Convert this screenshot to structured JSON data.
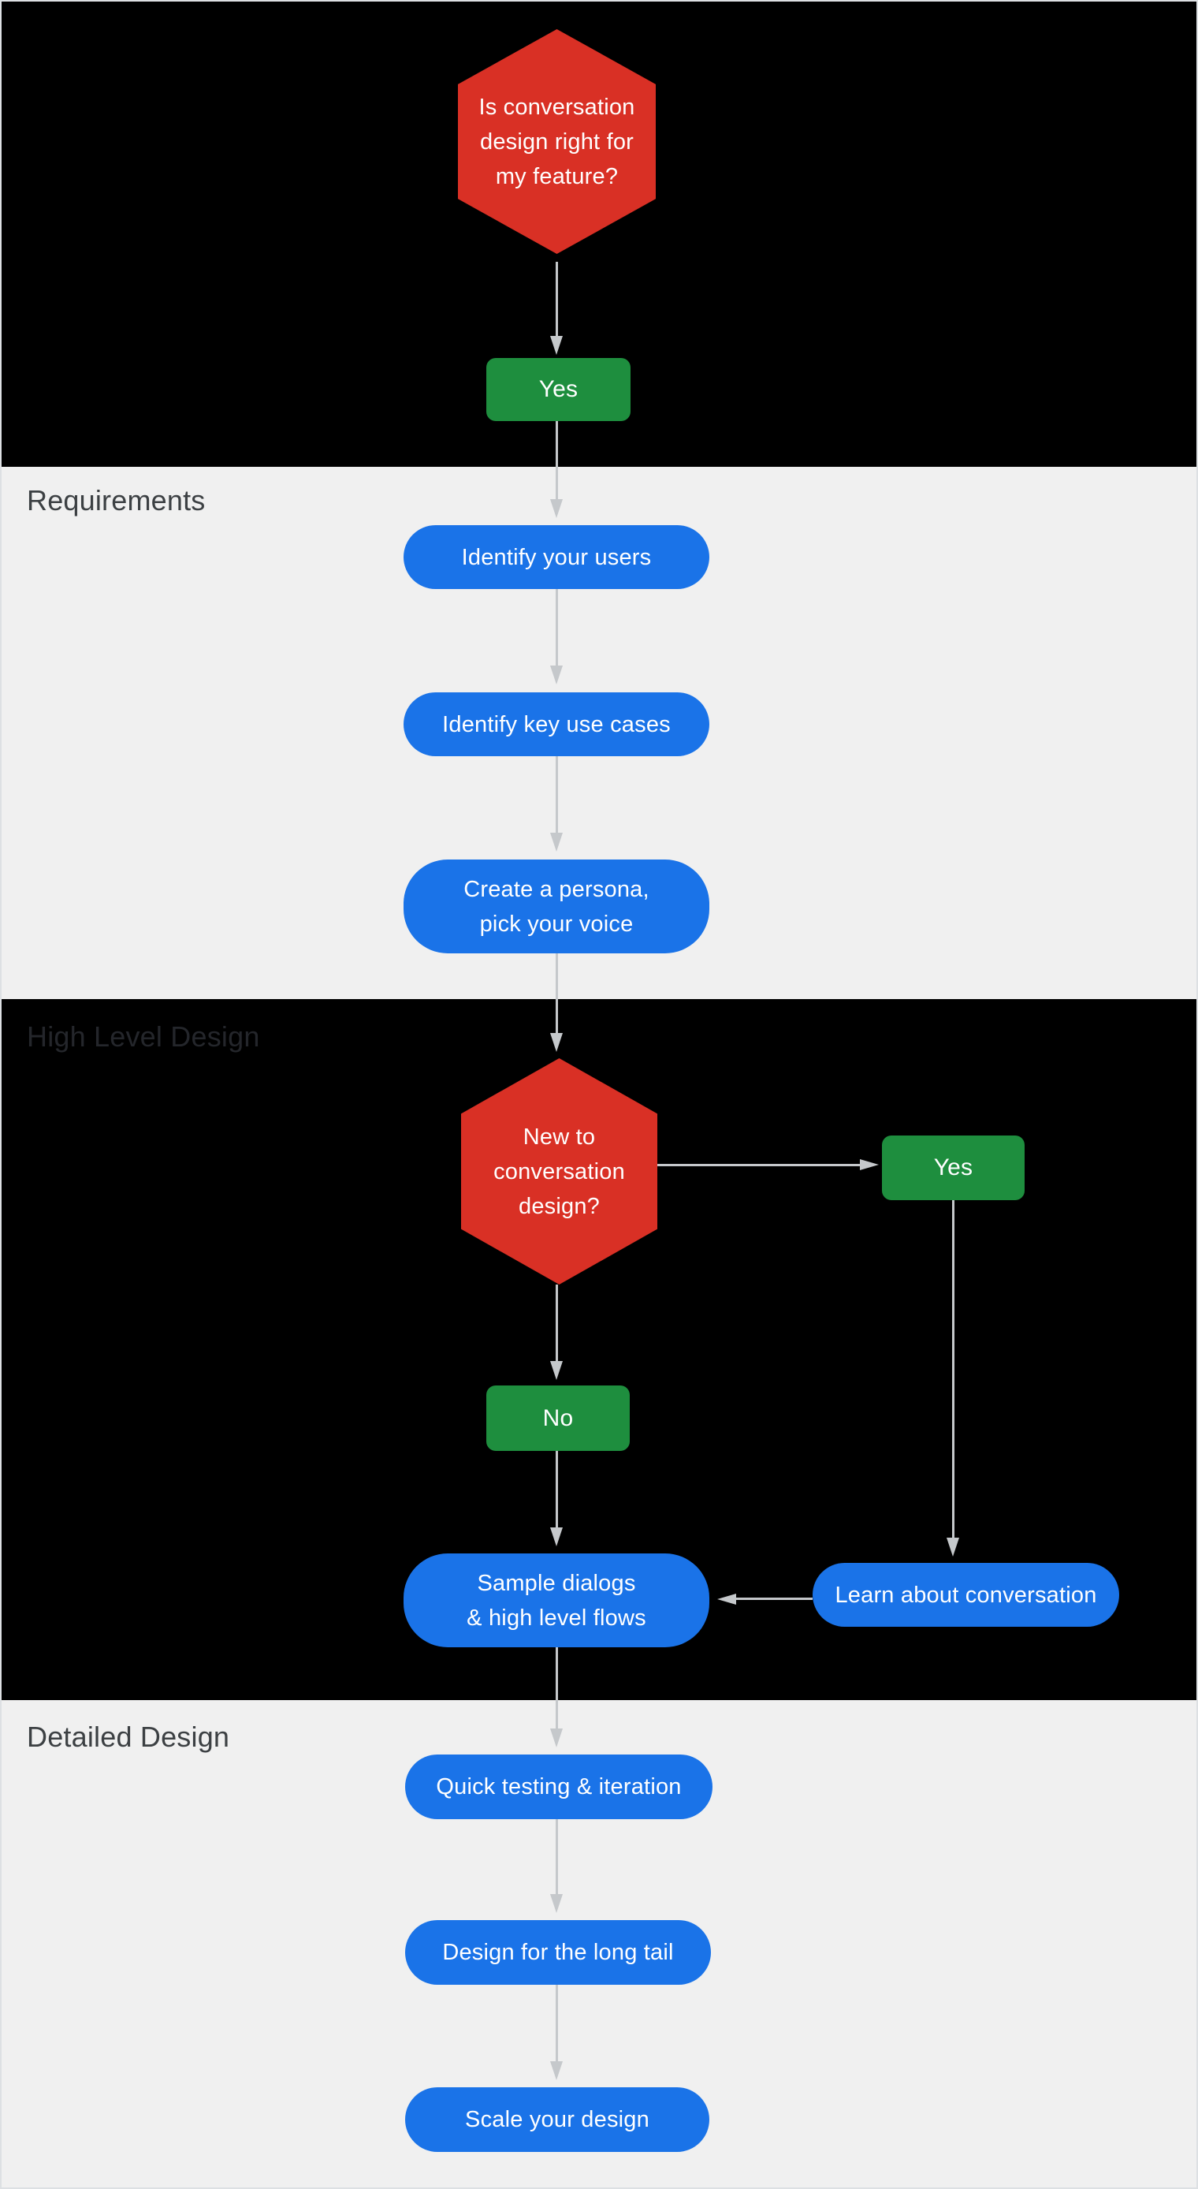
{
  "sections": {
    "requirements": {
      "label": "Requirements"
    },
    "high_level_design": {
      "label": "High Level Design"
    },
    "detailed_design": {
      "label": "Detailed Design"
    }
  },
  "nodes": {
    "decision1": {
      "line1": "Is conversation",
      "line2": "design right for",
      "line3": "my feature?"
    },
    "decision1_yes": {
      "label": "Yes"
    },
    "identify_users": {
      "label": "Identify your users"
    },
    "identify_key_use_cases": {
      "label": "Identify key use cases"
    },
    "create_persona": {
      "line1": "Create a persona,",
      "line2": "pick your voice"
    },
    "decision2": {
      "line1": "New to",
      "line2": "conversation",
      "line3": "design?"
    },
    "decision2_yes": {
      "label": "Yes"
    },
    "decision2_no": {
      "label": "No"
    },
    "sample_dialogs": {
      "line1": "Sample dialogs",
      "line2": "& high level flows"
    },
    "learn_about_conversation": {
      "label": "Learn about conversation"
    },
    "quick_testing": {
      "label": "Quick testing & iteration"
    },
    "design_long_tail": {
      "label": "Design for the long tail"
    },
    "scale_design": {
      "label": "Scale your design"
    }
  },
  "colors": {
    "decision_red": "#d93025",
    "process_blue": "#1a73e8",
    "answer_green": "#1e8e3e",
    "section_dark_bg": "#000000",
    "section_light_bg": "#f0f0f0",
    "arrow_gray": "#c5c8cb",
    "label_dark": "#3c4043",
    "label_on_dark": "#24262b",
    "border_gray": "#dde0e3"
  }
}
